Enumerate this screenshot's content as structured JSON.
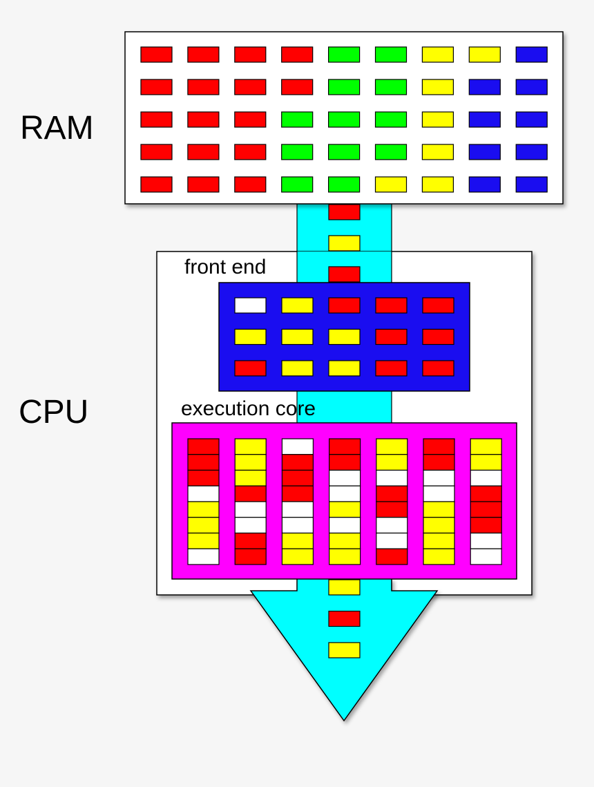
{
  "labels": {
    "ram": "RAM",
    "cpu": "CPU",
    "front_end": "front end",
    "execution_core": "execution core"
  },
  "colors": {
    "background": "#f6f6f6",
    "box_fill": "#ffffff",
    "stream": "#00ffff",
    "front_end_fill": "#1a0df0",
    "execution_core_fill": "#ff00ff",
    "instruction": {
      "R": "#ff0000",
      "G": "#00ff00",
      "Y": "#ffff00",
      "B": "#1a0df0",
      "W": "#ffffff"
    }
  },
  "ram_grid": [
    [
      "R",
      "R",
      "R",
      "R",
      "G",
      "G",
      "Y",
      "Y",
      "B"
    ],
    [
      "R",
      "R",
      "R",
      "R",
      "G",
      "G",
      "Y",
      "B",
      "B"
    ],
    [
      "R",
      "R",
      "R",
      "G",
      "G",
      "G",
      "Y",
      "B",
      "B"
    ],
    [
      "R",
      "R",
      "R",
      "G",
      "G",
      "G",
      "Y",
      "B",
      "B"
    ],
    [
      "R",
      "R",
      "R",
      "G",
      "G",
      "Y",
      "Y",
      "B",
      "B"
    ]
  ],
  "incoming_stream": [
    "R",
    "Y",
    "R"
  ],
  "front_end_grid": [
    [
      "W",
      "Y",
      "R",
      "R",
      "R"
    ],
    [
      "Y",
      "Y",
      "Y",
      "R",
      "R"
    ],
    [
      "R",
      "Y",
      "Y",
      "R",
      "R"
    ]
  ],
  "execution_columns": [
    [
      "R",
      "R",
      "R",
      "W",
      "Y",
      "Y",
      "Y",
      "W"
    ],
    [
      "Y",
      "Y",
      "Y",
      "R",
      "W",
      "W",
      "R",
      "R"
    ],
    [
      "W",
      "R",
      "R",
      "R",
      "W",
      "W",
      "Y",
      "Y"
    ],
    [
      "R",
      "R",
      "W",
      "W",
      "Y",
      "W",
      "Y",
      "Y"
    ],
    [
      "Y",
      "Y",
      "W",
      "R",
      "R",
      "W",
      "W",
      "R"
    ],
    [
      "R",
      "R",
      "W",
      "W",
      "Y",
      "Y",
      "Y",
      "Y"
    ],
    [
      "Y",
      "Y",
      "W",
      "R",
      "R",
      "R",
      "W",
      "W"
    ]
  ],
  "outgoing_stream": [
    "Y",
    "R",
    "Y"
  ]
}
